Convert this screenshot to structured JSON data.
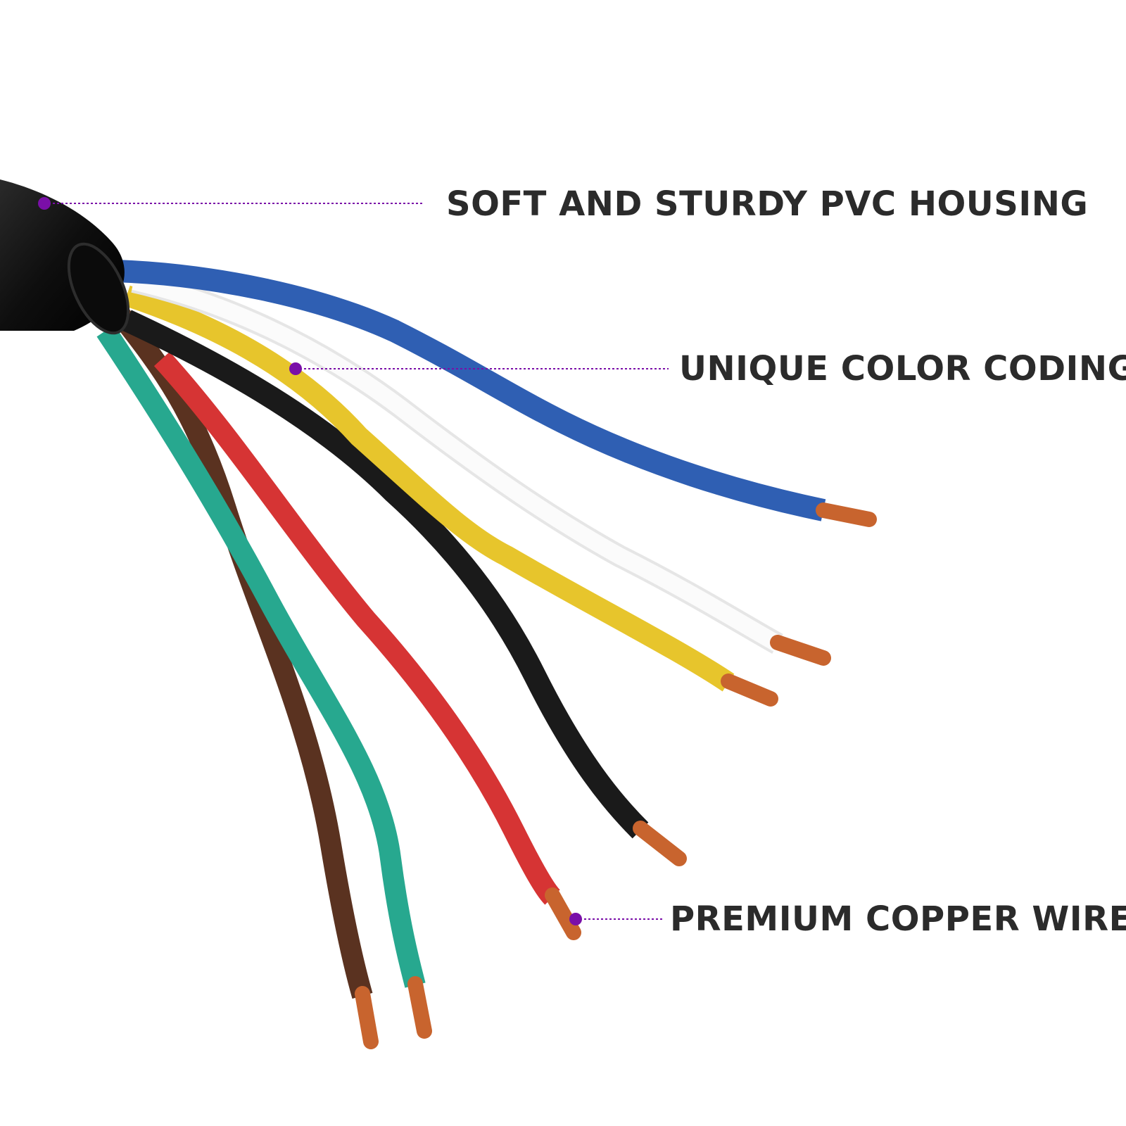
{
  "callouts": {
    "housing": "SOFT AND STURDY PVC HOUSING",
    "color_coding": "UNIQUE COLOR CODING",
    "copper": "PREMIUM COPPER WIRES"
  },
  "colors": {
    "background": "#ffffff",
    "text": "#2b2b2b",
    "marker": "#7a0fa8",
    "jacket": "#111111",
    "copper": "#c8642e",
    "wire_blue": "#2f5fb3",
    "wire_white": "#f4f4f4",
    "wire_yellow": "#e7c52c",
    "wire_black": "#1a1a1a",
    "wire_red": "#d63434",
    "wire_green": "#27a88f",
    "wire_brown": "#5a3220"
  },
  "wires": [
    {
      "name": "blue"
    },
    {
      "name": "white"
    },
    {
      "name": "yellow"
    },
    {
      "name": "black"
    },
    {
      "name": "red"
    },
    {
      "name": "green"
    },
    {
      "name": "brown"
    }
  ]
}
